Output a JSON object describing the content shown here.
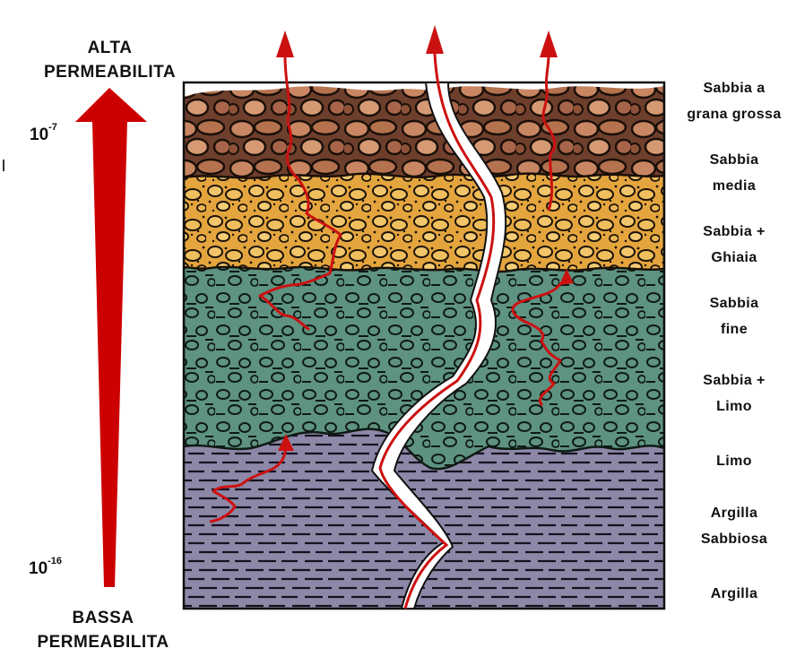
{
  "permeability": {
    "high_label": "ALTA\nPERMEABILITA",
    "low_label": "BASSA\nPERMEABILITA",
    "high_value_base": "10",
    "high_value_exp": "-7",
    "low_value_base": "10",
    "low_value_exp": "-16"
  },
  "layers": [
    {
      "name": "Sabbia a\ngrana grossa"
    },
    {
      "name": "Sabbia\nmedia"
    },
    {
      "name": "Sabbia +\nGhiaia"
    },
    {
      "name": "Sabbia\nfine"
    },
    {
      "name": "Sabbia +\nLimo"
    },
    {
      "name": "Limo"
    },
    {
      "name": "Argilla\nSabbiosa"
    },
    {
      "name": "Argilla"
    }
  ],
  "colors": {
    "arrow": "#cc0000",
    "flow_lines": "#cc1111",
    "coarse_sand": "#7a4a35",
    "medium_sand": "#e0a23a",
    "fine_sand": "#5f9380",
    "clay": "#8c86a6"
  }
}
